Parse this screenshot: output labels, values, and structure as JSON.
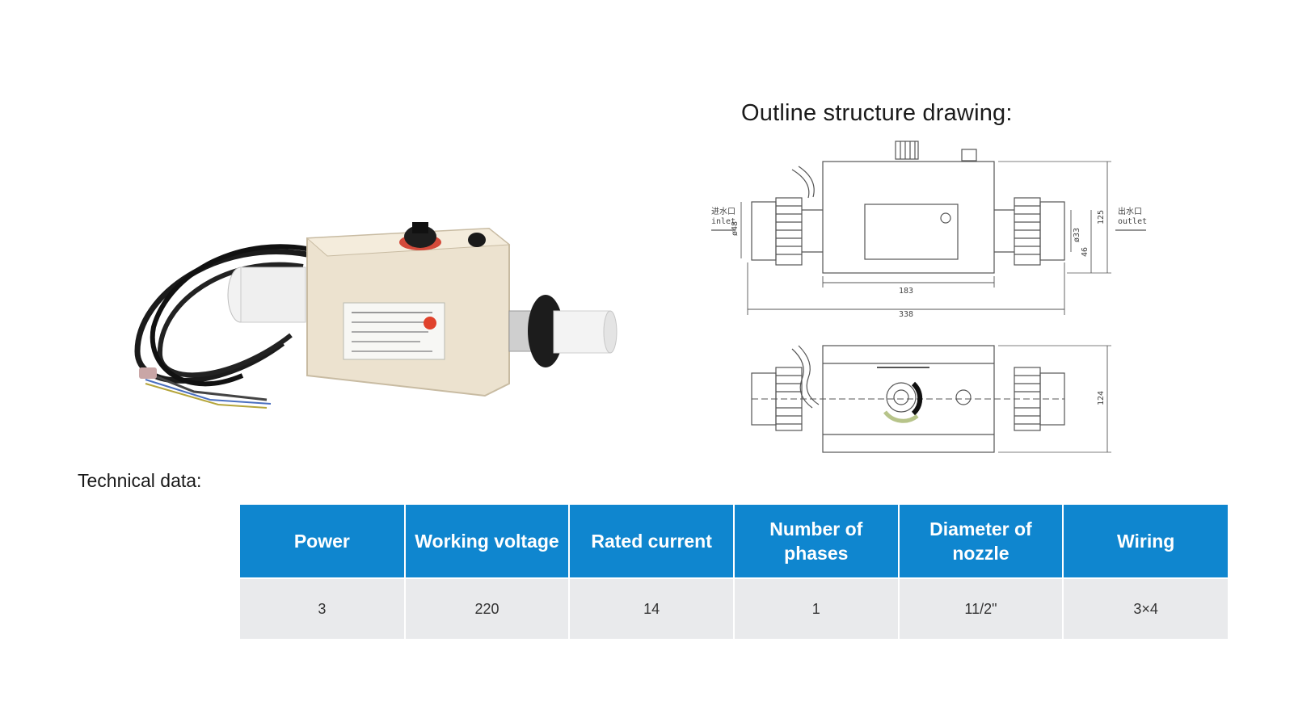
{
  "drawing": {
    "title": "Outline structure drawing:",
    "labels": {
      "inlet_cn": "进水口",
      "inlet": "inlet",
      "outlet_cn": "出水口",
      "outlet": "outlet",
      "dim_48": "ø48",
      "dim_33": "ø33",
      "dim_125": "125",
      "dim_46": "46",
      "dim_183": "183",
      "dim_338": "338",
      "dim_124": "124"
    }
  },
  "technical": {
    "label": "Technical data:",
    "headers": [
      "Power",
      "Working voltage",
      "Rated current",
      "Number of phases",
      "Diameter of nozzle",
      "Wiring"
    ],
    "values": [
      "3",
      "220",
      "14",
      "1",
      "11/2\"",
      "3×4"
    ]
  },
  "colors": {
    "header_bg": "#0f86cf",
    "row_bg": "#e9eaec"
  }
}
